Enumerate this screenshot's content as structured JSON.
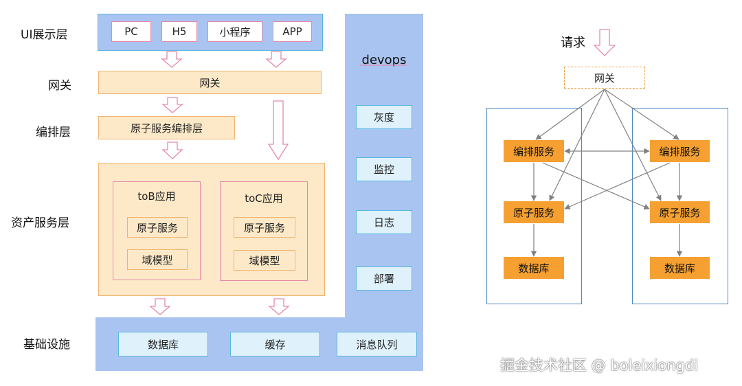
{
  "left_diagram": {
    "row_labels": {
      "ui": "UI展示层",
      "gateway": "网关",
      "orchestration": "编排层",
      "asset": "资产服务层",
      "infra": "基础设施"
    },
    "ui_items": [
      "PC",
      "H5",
      "小程序",
      "APP"
    ],
    "gateway_box": "网关",
    "orchestration_box": "原子服务编排层",
    "apps": [
      {
        "title": "toB应用",
        "items": [
          "原子服务",
          "域模型"
        ]
      },
      {
        "title": "toC应用",
        "items": [
          "原子服务",
          "域模型"
        ]
      }
    ],
    "devops": {
      "title": "devops",
      "items": [
        "灰度",
        "监控",
        "日志",
        "部署"
      ]
    },
    "infra_items": [
      "数据库",
      "缓存",
      "消息队列"
    ]
  },
  "right_diagram": {
    "request_label": "请求",
    "gateway": "网关",
    "left_cluster": {
      "orchestration": "编排服务",
      "atomic": "原子服务",
      "database": "数据库"
    },
    "right_cluster": {
      "orchestration": "编排服务",
      "atomic": "原子服务",
      "database": "数据库"
    }
  },
  "watermark": "掘金技术社区 @ boleixiongdi",
  "colors": {
    "blue_panel": "#a9c4f0",
    "peach": "#fde9c8",
    "orange_border": "#f0b36e",
    "pink_border": "#e58aa8",
    "orange_node": "#f5a031",
    "cluster_border": "#4e86c6"
  }
}
